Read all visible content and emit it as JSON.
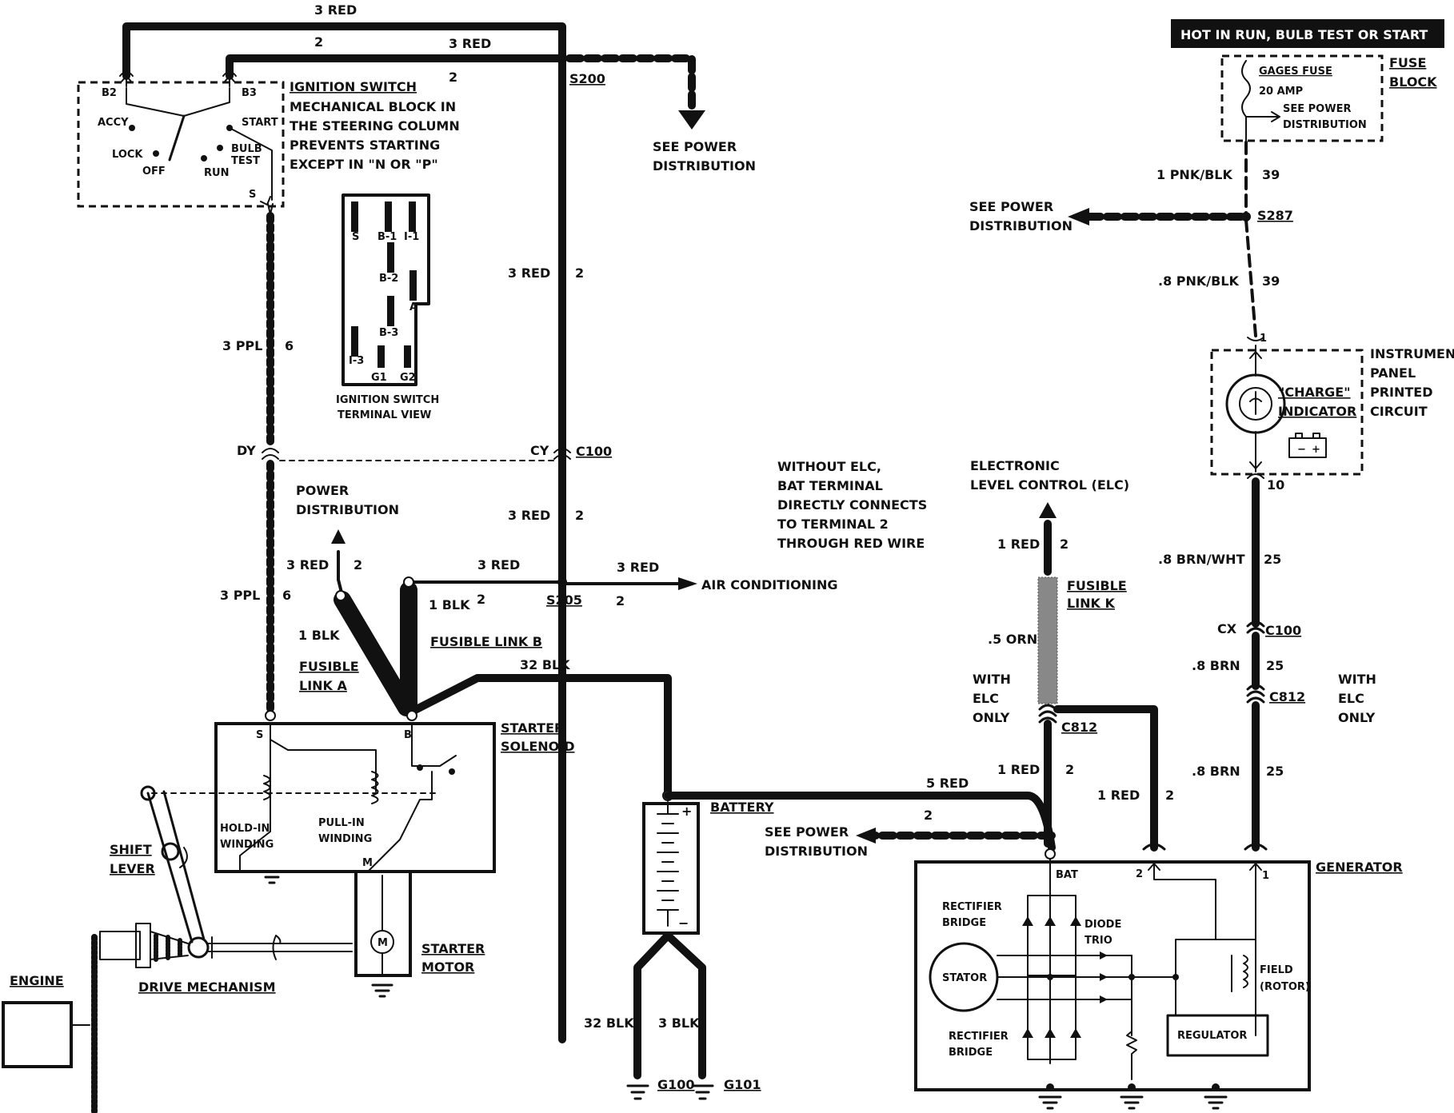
{
  "ignition": {
    "title": "IGNITION SWITCH",
    "note": [
      "MECHANICAL BLOCK IN",
      "THE STEERING COLUMN",
      "PREVENTS STARTING",
      "EXCEPT IN \"N OR \"P\""
    ],
    "b2": "B2",
    "b3": "B3",
    "accy": "ACCY",
    "lock": "LOCK",
    "off": "OFF",
    "run": "RUN",
    "start": "START",
    "bulb": "BULB",
    "test": "TEST",
    "s": "S"
  },
  "terminal_view": {
    "caption1": "IGNITION SWITCH",
    "caption2": "TERMINAL VIEW",
    "s": "S",
    "b1": "B-1",
    "i1": "I-1",
    "b2": "B-2",
    "a": "A",
    "b3": "B-3",
    "i3": "I-3",
    "g1": "G1",
    "g2": "G2"
  },
  "wires": {
    "top_3red": "3 RED",
    "top_2": "2",
    "top_3red_b": "3 RED",
    "top_2b": "2",
    "s200": "S200",
    "see_power_1": "SEE POWER",
    "distribution_1": "DISTRIBUTION",
    "mid_3red": "3 RED",
    "mid_2": "2",
    "ppl_3": "3 PPL",
    "ppl_6": "6",
    "dy": "DY",
    "cy": "CY",
    "c100_a": "C100",
    "low_3red": "3 RED",
    "low_2": "2",
    "power": "POWER",
    "distribution_2": "DISTRIBUTION",
    "a_3red": "3 RED",
    "a_2": "2",
    "b_3red": "3 RED",
    "c_3red": "3 RED",
    "air_conditioning": "AIR CONDITIONING",
    "ppl_3b": "3 PPL",
    "ppl_6b": "6",
    "blk1": "1 BLK",
    "blk1b": "1 BLK",
    "n2a": "2",
    "s205": "S205",
    "n2b": "2",
    "fusible_link_b": "FUSIBLE LINK B",
    "fusible": "FUSIBLE",
    "link_a": "LINK A",
    "blk32": "32 BLK",
    "without_elc": [
      "WITHOUT ELC,",
      "BAT TERMINAL",
      "DIRECTLY CONNECTS",
      "TO TERMINAL 2",
      "THROUGH RED WIRE"
    ],
    "red5": "5 RED",
    "see_power_3": "SEE POWER",
    "distribution_3": "DISTRIBUTION",
    "n2c": "2",
    "blk32b": "32 BLK",
    "blk3": "3 BLK",
    "g100": "G100",
    "g101": "G101"
  },
  "solenoid": {
    "title1": "STARTER",
    "title2": "SOLENOID",
    "s": "S",
    "b": "B",
    "m": "M",
    "hold1": "HOLD-IN",
    "hold2": "WINDING",
    "pull1": "PULL-IN",
    "pull2": "WINDING"
  },
  "starter": {
    "title1": "STARTER",
    "title2": "MOTOR",
    "m": "M"
  },
  "battery": {
    "title": "BATTERY",
    "plus": "+",
    "minus": "−"
  },
  "engine": {
    "title": "ENGINE",
    "drive": "DRIVE MECHANISM",
    "shift1": "SHIFT",
    "shift2": "LEVER"
  },
  "right": {
    "hot": "HOT IN RUN,   BULB TEST OR START",
    "gages_fuse": "GAGES FUSE",
    "amp": "20 AMP",
    "see_power": "SEE POWER",
    "distribution": "DISTRIBUTION",
    "fuse": "FUSE",
    "block": "BLOCK",
    "pnk1": "1 PNK/BLK",
    "n39": "39",
    "s287": "S287",
    "see_power_2": "SEE POWER",
    "distribution_2": "DISTRIBUTION",
    "pnk8": ".8 PNK/BLK",
    "n39b": "39",
    "n1": "1",
    "instrument": [
      "INSTRUMENT",
      "PANEL",
      "PRINTED",
      "CIRCUIT"
    ],
    "charge": "\"CHARGE\"",
    "indicator": "INDICATOR",
    "n10": "10",
    "brnwht": ".8 BRN/WHT",
    "n25": "25",
    "cx": "CX",
    "c100": "C100",
    "brn8": ".8 BRN",
    "n25b": "25",
    "c812": "C812",
    "with_elc": [
      "WITH",
      "ELC",
      "ONLY"
    ],
    "brn8b": ".8 BRN",
    "n25c": "25"
  },
  "elc": {
    "title1": "ELECTRONIC",
    "title2": "LEVEL CONTROL (ELC)",
    "red1": "1 RED",
    "n2": "2",
    "fusible": "FUSIBLE",
    "link_k": "LINK K",
    "orn": ".5 ORN",
    "with_elc": [
      "WITH",
      "ELC",
      "ONLY"
    ],
    "c812": "C812",
    "red1b": "1 RED",
    "n2b": "2",
    "red1c": "1 RED",
    "n2c": "2"
  },
  "generator": {
    "title": "GENERATOR",
    "bat": "BAT",
    "t2": "2",
    "t1": "1",
    "rect1": "RECTIFIER",
    "bridge1": "BRIDGE",
    "diode": "DIODE",
    "trio": "TRIO",
    "stator": "STATOR",
    "field": "FIELD",
    "rotor": "(ROTOR)",
    "rect2": "RECTIFIER",
    "bridge2": "BRIDGE",
    "regulator": "REGULATOR"
  }
}
